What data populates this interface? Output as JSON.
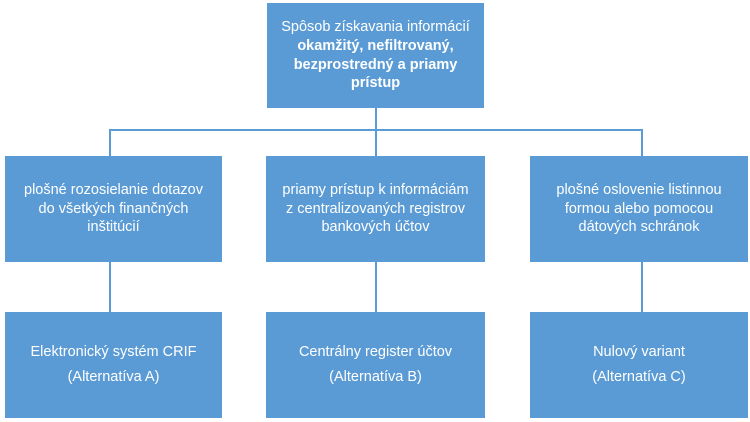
{
  "root": {
    "line1": "Spôsob získavania informácií",
    "line2": "okamžitý, nefiltrovaný,",
    "line3": "bezprostredný a priamy",
    "line4": "prístup"
  },
  "methods": [
    {
      "line1": "plošné rozosielanie dotazov",
      "line2": "do všetkých finančných",
      "line3": "inštitúcií"
    },
    {
      "line1": "priamy prístup k informáciám",
      "line2": "z centralizovaných registrov",
      "line3": "bankových účtov"
    },
    {
      "line1": "plošné oslovenie listinnou",
      "line2": "formou alebo pomocou",
      "line3": "dátových schránok"
    }
  ],
  "alternatives": [
    {
      "name": "Elektronický systém CRIF",
      "label": "(Alternatíva A)"
    },
    {
      "name": "Centrálny register účtov",
      "label": "(Alternatíva B)"
    },
    {
      "name": "Nulový variant",
      "label": "(Alternatíva C)"
    }
  ],
  "colors": {
    "box_fill": "#5b9bd5",
    "text": "#ffffff"
  }
}
